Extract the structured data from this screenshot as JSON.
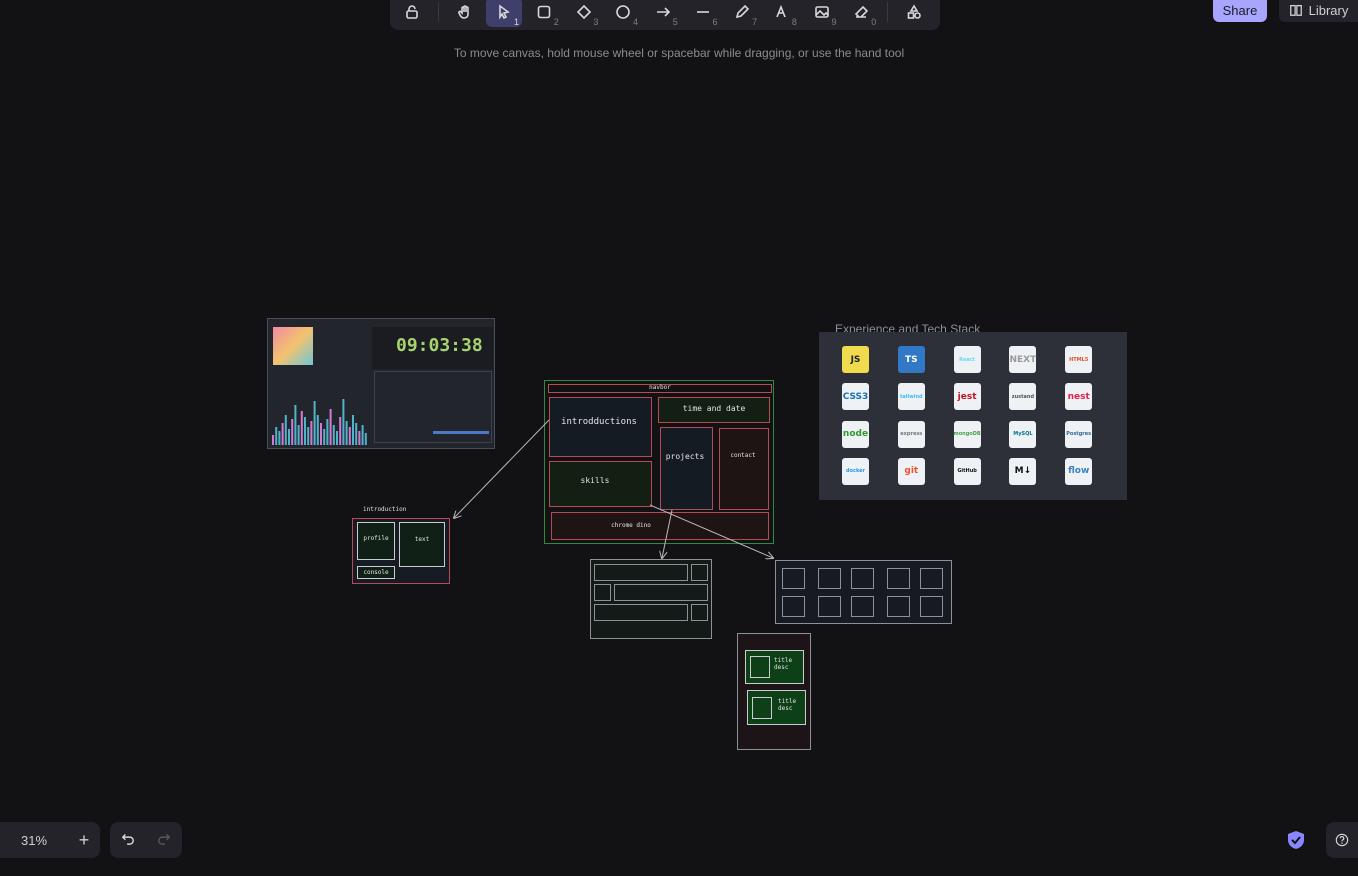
{
  "toolbar": {
    "tools": [
      {
        "name": "lock",
        "key": ""
      },
      {
        "name": "hand",
        "key": ""
      },
      {
        "name": "selection",
        "key": "1",
        "active": true
      },
      {
        "name": "rectangle",
        "key": "2"
      },
      {
        "name": "diamond",
        "key": "3"
      },
      {
        "name": "ellipse",
        "key": "4"
      },
      {
        "name": "arrow",
        "key": "5"
      },
      {
        "name": "line",
        "key": "6"
      },
      {
        "name": "draw",
        "key": "7"
      },
      {
        "name": "text",
        "key": "8"
      },
      {
        "name": "image",
        "key": "9"
      },
      {
        "name": "eraser",
        "key": "0"
      },
      {
        "name": "more-shapes",
        "key": ""
      }
    ]
  },
  "hint": "To move canvas, hold mouse wheel or spacebar while dragging, or use the hand tool",
  "share_label": "Share",
  "library_label": "Library",
  "zoom_label": "31%",
  "zoom_in_label": "+",
  "canvas": {
    "navbar": "navbor",
    "introductions": "introdductions",
    "time_date": "time and date",
    "skills": "skills",
    "projects": "projects",
    "contact": "contact",
    "chrome_dino": "chrome dino",
    "introduction_title": "introduction",
    "profile": "profile",
    "text": "text",
    "console": "console",
    "card1": "title\ndesc",
    "card2": "title\ndesc",
    "clock": "09:03:38",
    "tech_title": "Experience and Tech Stack"
  },
  "tech_logos": [
    {
      "label": "JS",
      "bg": "#f0db4f",
      "fg": "#222"
    },
    {
      "label": "TS",
      "bg": "#3178c6",
      "fg": "#fff"
    },
    {
      "label": "React",
      "bg": "#eef2f5",
      "fg": "#61dafb"
    },
    {
      "label": "NEXT",
      "bg": "#eef2f5",
      "fg": "#999"
    },
    {
      "label": "HTML5",
      "bg": "#eef2f5",
      "fg": "#e34f26"
    },
    {
      "label": "CSS3",
      "bg": "#eef2f5",
      "fg": "#1572b6"
    },
    {
      "label": "tailwind",
      "bg": "#eef2f5",
      "fg": "#38bdf8"
    },
    {
      "label": "jest",
      "bg": "#eef2f5",
      "fg": "#c21325"
    },
    {
      "label": "zustand",
      "bg": "#eef2f5",
      "fg": "#555"
    },
    {
      "label": "nest",
      "bg": "#eef2f5",
      "fg": "#e0234e"
    },
    {
      "label": "node",
      "bg": "#eef2f5",
      "fg": "#339933"
    },
    {
      "label": "express",
      "bg": "#eef2f5",
      "fg": "#777"
    },
    {
      "label": "mongoDB",
      "bg": "#eef2f5",
      "fg": "#47a248"
    },
    {
      "label": "MySQL",
      "bg": "#eef2f5",
      "fg": "#00758f"
    },
    {
      "label": "Postgres",
      "bg": "#eef2f5",
      "fg": "#336791"
    },
    {
      "label": "docker",
      "bg": "#eef2f5",
      "fg": "#2496ed"
    },
    {
      "label": "git",
      "bg": "#eef2f5",
      "fg": "#f05032"
    },
    {
      "label": "GitHub",
      "bg": "#eef2f5",
      "fg": "#111"
    },
    {
      "label": "M↓",
      "bg": "#eef2f5",
      "fg": "#111"
    },
    {
      "label": "flow",
      "bg": "#eef2f5",
      "fg": "#3b82c4"
    }
  ]
}
